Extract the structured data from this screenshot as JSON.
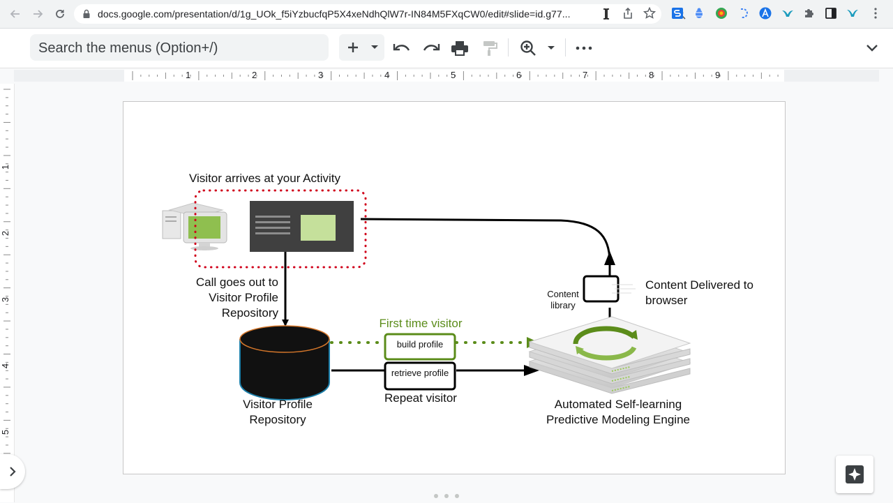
{
  "browser": {
    "url": "docs.google.com/presentation/d/1g_UOk_f5iYzbucfqP5X4xeNdhQlW7r-IN84M5FXqCW0/edit#slide=id.g77..."
  },
  "toolbar": {
    "search_menus_placeholder": "Search the menus (Option+/)",
    "icons": [
      "new-slide-icon",
      "dropdown-icon",
      "undo-icon",
      "redo-icon",
      "print-icon",
      "paint-format-icon",
      "zoom-icon",
      "zoom-dropdown-icon",
      "more-icon",
      "collapse-chevron-icon"
    ]
  },
  "ruler": {
    "horizontal": [
      "1",
      "2",
      "3",
      "4",
      "5",
      "6",
      "7",
      "8",
      "9"
    ],
    "vertical": [
      "1",
      "2",
      "3",
      "4",
      "5"
    ]
  },
  "slide": {
    "visitor_arrives": "Visitor arrives at your Activity",
    "call_goes_out_lines": [
      "Call goes out to",
      "Visitor Profile",
      "Repository"
    ],
    "first_time_visitor": "First time visitor",
    "build_profile": "build profile",
    "retrieve_profile": "retrieve profile",
    "repeat_visitor": "Repeat visitor",
    "repository_label_lines": [
      "Visitor Profile",
      "Repository"
    ],
    "engine_label_lines": [
      "Automated Self-learning",
      "Predictive Modeling Engine"
    ],
    "content_library_lines": [
      "Content",
      "library"
    ],
    "content_delivered_lines": [
      "Content Delivered to",
      "browser"
    ]
  },
  "colors": {
    "dotted_red": "#d0021b",
    "green": "#5b8c1a",
    "screen_dark": "#404040",
    "screen_green": "#c5e09b"
  }
}
